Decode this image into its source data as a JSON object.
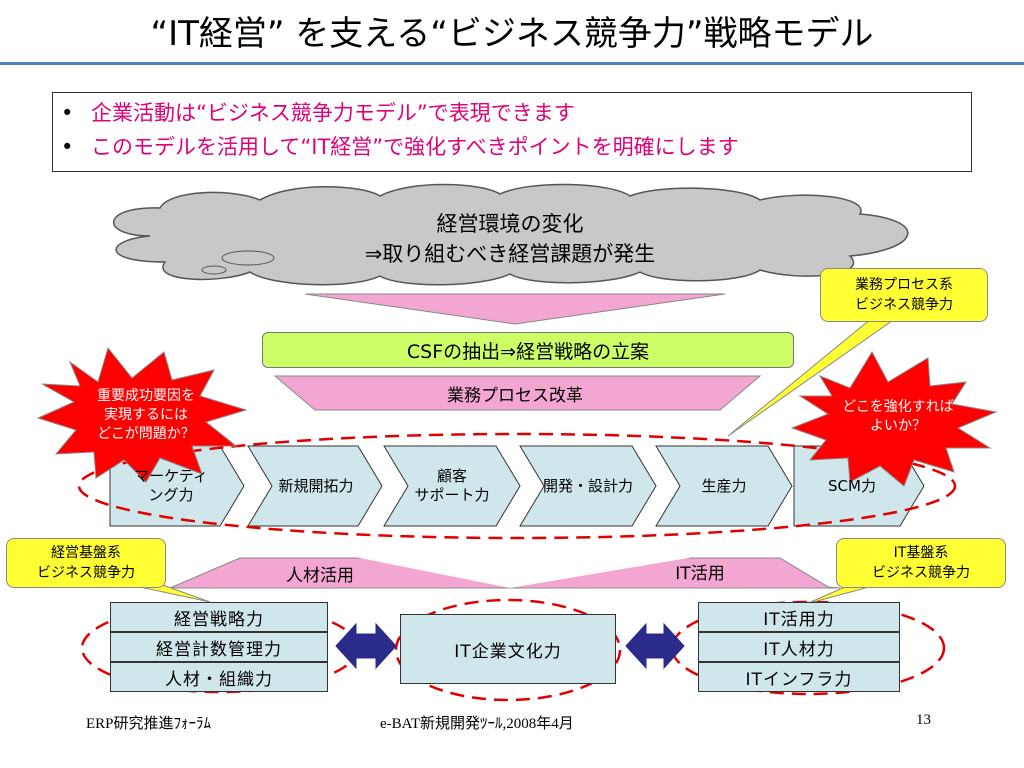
{
  "slide": {
    "title": "“IT経営” を支える“ビジネス競争力”戦略モデル",
    "bullets": [
      "企業活動は“ビジネス競争力モデル”で表現できます",
      "このモデルを活用して“IT経営”で強化すべきポイントを明確にします"
    ],
    "bullet_symbol": "•",
    "cloud": {
      "line1": "経営環境の変化",
      "line2": "⇒取り組むべき経営課題が発生"
    },
    "csf": "CSFの抽出⇒経営戦略の立案",
    "process_reform": "業務プロセス改革",
    "callouts": {
      "business_process": {
        "line1": "業務プロセス系",
        "line2": "ビジネス競争力"
      },
      "management_base": {
        "line1": "経営基盤系",
        "line2": "ビジネス競争力"
      },
      "it_base": {
        "line1": "IT基盤系",
        "line2": "ビジネス競争力"
      }
    },
    "bursts": {
      "left": {
        "line1": "重要成功要因を",
        "line2": "実現するには",
        "line3": "どこが問題か？"
      },
      "right": {
        "line1": "どこを強化すれば",
        "line2": "よいか？"
      }
    },
    "chevrons": [
      {
        "line1": "マーケティ",
        "line2": "ング力"
      },
      {
        "line1": "新規開拓力",
        "line2": ""
      },
      {
        "line1": "顧客",
        "line2": "サポート力"
      },
      {
        "line1": "開発・設計力",
        "line2": ""
      },
      {
        "line1": "生産力",
        "line2": ""
      },
      {
        "line1": "SCM力",
        "line2": ""
      }
    ],
    "utilization": {
      "left": "人材活用",
      "right": "IT活用"
    },
    "left_stack": [
      "経営戦略力",
      "経営計数管理力",
      "人材・組織力"
    ],
    "center_box": "IT企業文化力",
    "right_stack": [
      "IT活用力",
      "IT人材力",
      "ITインフラ力"
    ],
    "footer": {
      "left": "ERP研究推進ﾌｫｰﾗﾑ",
      "center": "e-BAT新規開発ﾂｰﾙ,2008年4月",
      "page": "13"
    },
    "colors": {
      "accent_magenta": "#e0007a",
      "cloud_fill": "#c8c8c8",
      "pink_fill": "#f4a6d2",
      "csf_fill": "#ccff66",
      "box_fill": "#cfe7eb",
      "callout_yellow": "#ffff33",
      "burst_red": "#ff0000",
      "dashed_red": "#e00000",
      "arrow_navy": "#2b2b8c",
      "title_rule": "#4f81bd"
    }
  }
}
